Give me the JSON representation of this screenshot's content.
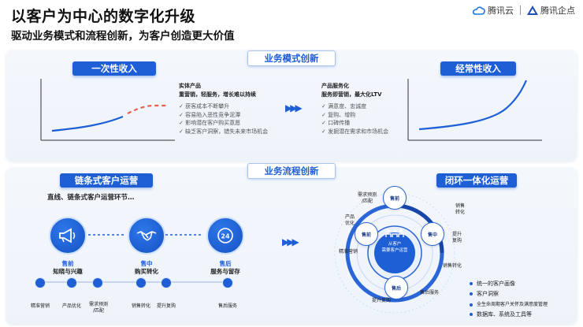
{
  "header": {
    "title": "以客户为中心的数字化升级",
    "subtitle": "驱动业务模式和流程创新，为客户创造更大价值",
    "logo1": "腾讯云",
    "logo2": "腾讯企点"
  },
  "colors": {
    "accent": "#1f5fd6",
    "dash": "#e8604c",
    "panel": "#f1f6fc"
  },
  "top_section": {
    "banner": "业务模式创新",
    "left_pill": "一次性收入",
    "right_pill": "经常性收入",
    "left_block": {
      "head1": "实体产品",
      "head2": "重营销，轻服务，增长难以持续",
      "items": [
        "获客成本不断攀升",
        "容易陷入恶性竞争泥潭",
        "影响潜在客户购买意愿",
        "缺乏客户洞察，错失未来市场机会"
      ]
    },
    "right_block": {
      "head1": "产品服务化",
      "head2": "服务即营销，最大化LTV",
      "items": [
        "满意度、忠诚度",
        "复购、增购",
        "口碑传播",
        "发掘潜在需求和市场机会"
      ]
    }
  },
  "bottom_section": {
    "banner": "业务流程创新",
    "left_pill": "链条式客户运营",
    "left_caption": "直线、链条式客户运营环节…",
    "right_pill": "闭环一体化运营",
    "stages": [
      {
        "title": "售前",
        "sub": "知晓与兴趣",
        "icon": "megaphone-icon"
      },
      {
        "title": "售中",
        "sub": "购买转化",
        "icon": "handshake-icon"
      },
      {
        "title": "售后",
        "sub": "服务与留存",
        "icon": "24h-service-icon"
      }
    ],
    "sub_steps": [
      "精准营销",
      "产品优化",
      "需求预测\n/匹配",
      "销售转化",
      "提升复购",
      "售后服务"
    ],
    "loop_center": "从客户\n需要客户运营",
    "loop_nodes": [
      "售前",
      "售中",
      "售后",
      "售后服务",
      "提升复购",
      "销售转化",
      "精准营销",
      "需求预测\n/匹配",
      "产品\n优化",
      "销售\n转化",
      "提升\n复购"
    ],
    "right_list": [
      "统一的客户画像",
      "客户洞察",
      "全生命周期客户关怀及满意度管理",
      "数据库、系统及工具等"
    ]
  }
}
